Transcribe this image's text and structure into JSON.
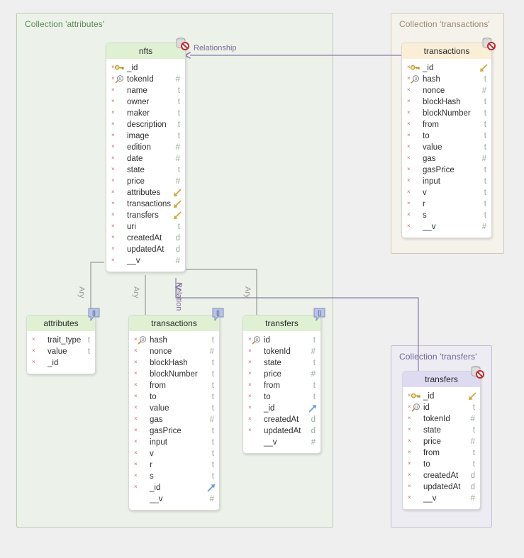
{
  "diagram": {
    "title": "MongoDB collections ER diagram",
    "colors": {
      "canvas": "#efefef",
      "group_green_border": "#b9cdb4",
      "group_green_fill": "#ecf1e9",
      "group_tan_border": "#d4c8b6",
      "group_tan_fill": "#f5f1eb",
      "group_purple_border": "#c3bdd6",
      "group_purple_fill": "#eeecf3",
      "header_green": "#dff0d3",
      "header_tan": "#faeed6",
      "header_purple": "#dedaf0",
      "relation_line": "#8a7aa5",
      "array_line": "#9a9a9a",
      "key_gold": "#d9b441",
      "ref_blue": "#6f9bd1",
      "type_text": "#9aab9a"
    }
  },
  "groups": [
    {
      "id": "g-attributes",
      "label": "Collection 'attributes'"
    },
    {
      "id": "g-transactions",
      "label": "Collection 'transactions'"
    },
    {
      "id": "g-transfers",
      "label": "Collection 'transfers'"
    }
  ],
  "labels": {
    "relationship_top": "Relationship",
    "relationship_mid": "Relation",
    "array_1": "Ary",
    "array_2": "Ary",
    "array_3": "Ary"
  },
  "tables": {
    "nfts": {
      "name": "nfts",
      "badge": "db-disabled-icon",
      "fields": [
        {
          "name": "_id",
          "type": "",
          "icon": "key-icon",
          "nullable": true
        },
        {
          "name": "tokenId",
          "type": "#",
          "icon": "index-icon",
          "nullable": true
        },
        {
          "name": "name",
          "type": "t",
          "icon": "",
          "nullable": true
        },
        {
          "name": "owner",
          "type": "t",
          "icon": "",
          "nullable": true
        },
        {
          "name": "maker",
          "type": "t",
          "icon": "",
          "nullable": true
        },
        {
          "name": "description",
          "type": "t",
          "icon": "",
          "nullable": true
        },
        {
          "name": "image",
          "type": "t",
          "icon": "",
          "nullable": true
        },
        {
          "name": "edition",
          "type": "#",
          "icon": "",
          "nullable": true
        },
        {
          "name": "date",
          "type": "#",
          "icon": "",
          "nullable": true
        },
        {
          "name": "state",
          "type": "t",
          "icon": "",
          "nullable": true
        },
        {
          "name": "price",
          "type": "#",
          "icon": "",
          "nullable": true
        },
        {
          "name": "attributes",
          "type": "",
          "icon": "",
          "nullable": true,
          "rel": "down-left"
        },
        {
          "name": "transactions",
          "type": "",
          "icon": "",
          "nullable": true,
          "rel": "down-left"
        },
        {
          "name": "transfers",
          "type": "",
          "icon": "",
          "nullable": true,
          "rel": "down-left"
        },
        {
          "name": "uri",
          "type": "t",
          "icon": "",
          "nullable": true
        },
        {
          "name": "createdAt",
          "type": "d",
          "icon": "",
          "nullable": true
        },
        {
          "name": "updatedAt",
          "type": "d",
          "icon": "",
          "nullable": true
        },
        {
          "name": "__v",
          "type": "#",
          "icon": "",
          "nullable": true
        }
      ]
    },
    "transactions_col": {
      "name": "transactions",
      "badge": "db-disabled-icon",
      "fields": [
        {
          "name": "_id",
          "type": "",
          "icon": "key-icon",
          "nullable": true,
          "rel": "down-left"
        },
        {
          "name": "hash",
          "type": "t",
          "icon": "index-icon",
          "nullable": true
        },
        {
          "name": "nonce",
          "type": "#",
          "icon": "",
          "nullable": true
        },
        {
          "name": "blockHash",
          "type": "t",
          "icon": "",
          "nullable": true
        },
        {
          "name": "blockNumber",
          "type": "t",
          "icon": "",
          "nullable": true
        },
        {
          "name": "from",
          "type": "t",
          "icon": "",
          "nullable": true
        },
        {
          "name": "to",
          "type": "t",
          "icon": "",
          "nullable": true
        },
        {
          "name": "value",
          "type": "t",
          "icon": "",
          "nullable": true
        },
        {
          "name": "gas",
          "type": "#",
          "icon": "",
          "nullable": true
        },
        {
          "name": "gasPrice",
          "type": "t",
          "icon": "",
          "nullable": true
        },
        {
          "name": "input",
          "type": "t",
          "icon": "",
          "nullable": true
        },
        {
          "name": "v",
          "type": "t",
          "icon": "",
          "nullable": true
        },
        {
          "name": "r",
          "type": "t",
          "icon": "",
          "nullable": true
        },
        {
          "name": "s",
          "type": "t",
          "icon": "",
          "nullable": true
        },
        {
          "name": "__v",
          "type": "#",
          "icon": "",
          "nullable": true
        }
      ]
    },
    "transfers_col": {
      "name": "transfers",
      "badge": "db-disabled-icon",
      "fields": [
        {
          "name": "_id",
          "type": "",
          "icon": "key-icon",
          "nullable": true,
          "rel": "down-left"
        },
        {
          "name": "id",
          "type": "t",
          "icon": "index-icon",
          "nullable": true
        },
        {
          "name": "tokenId",
          "type": "#",
          "icon": "",
          "nullable": true
        },
        {
          "name": "state",
          "type": "t",
          "icon": "",
          "nullable": true
        },
        {
          "name": "price",
          "type": "#",
          "icon": "",
          "nullable": true
        },
        {
          "name": "from",
          "type": "t",
          "icon": "",
          "nullable": true
        },
        {
          "name": "to",
          "type": "t",
          "icon": "",
          "nullable": true
        },
        {
          "name": "createdAt",
          "type": "d",
          "icon": "",
          "nullable": true
        },
        {
          "name": "updatedAt",
          "type": "d",
          "icon": "",
          "nullable": true
        },
        {
          "name": "__v",
          "type": "#",
          "icon": "",
          "nullable": true
        }
      ]
    },
    "attributes_emb": {
      "name": "attributes",
      "badge": "array-icon",
      "fields": [
        {
          "name": "trait_type",
          "type": "t",
          "icon": "",
          "nullable": true
        },
        {
          "name": "value",
          "type": "t",
          "icon": "",
          "nullable": true
        },
        {
          "name": "_id",
          "type": "",
          "icon": "",
          "nullable": true
        }
      ]
    },
    "transactions_emb": {
      "name": "transactions",
      "badge": "array-icon",
      "fields": [
        {
          "name": "hash",
          "type": "t",
          "icon": "index-icon",
          "nullable": true
        },
        {
          "name": "nonce",
          "type": "#",
          "icon": "",
          "nullable": true
        },
        {
          "name": "blockHash",
          "type": "t",
          "icon": "",
          "nullable": true
        },
        {
          "name": "blockNumber",
          "type": "t",
          "icon": "",
          "nullable": true
        },
        {
          "name": "from",
          "type": "t",
          "icon": "",
          "nullable": true
        },
        {
          "name": "to",
          "type": "t",
          "icon": "",
          "nullable": true
        },
        {
          "name": "value",
          "type": "t",
          "icon": "",
          "nullable": true
        },
        {
          "name": "gas",
          "type": "#",
          "icon": "",
          "nullable": true
        },
        {
          "name": "gasPrice",
          "type": "t",
          "icon": "",
          "nullable": true
        },
        {
          "name": "input",
          "type": "t",
          "icon": "",
          "nullable": true
        },
        {
          "name": "v",
          "type": "t",
          "icon": "",
          "nullable": true
        },
        {
          "name": "r",
          "type": "t",
          "icon": "",
          "nullable": true
        },
        {
          "name": "s",
          "type": "t",
          "icon": "",
          "nullable": true
        },
        {
          "name": "_id",
          "type": "",
          "icon": "",
          "nullable": true,
          "rel": "up-right"
        },
        {
          "name": "__v",
          "type": "#",
          "icon": "",
          "nullable": false
        }
      ]
    },
    "transfers_emb": {
      "name": "transfers",
      "badge": "array-icon",
      "fields": [
        {
          "name": "id",
          "type": "t",
          "icon": "index-icon",
          "nullable": true
        },
        {
          "name": "tokenId",
          "type": "#",
          "icon": "",
          "nullable": true
        },
        {
          "name": "state",
          "type": "t",
          "icon": "",
          "nullable": true
        },
        {
          "name": "price",
          "type": "#",
          "icon": "",
          "nullable": true
        },
        {
          "name": "from",
          "type": "t",
          "icon": "",
          "nullable": true
        },
        {
          "name": "to",
          "type": "t",
          "icon": "",
          "nullable": true
        },
        {
          "name": "_id",
          "type": "",
          "icon": "",
          "nullable": true,
          "rel": "up-right"
        },
        {
          "name": "createdAt",
          "type": "d",
          "icon": "",
          "nullable": true
        },
        {
          "name": "updatedAt",
          "type": "d",
          "icon": "",
          "nullable": true
        },
        {
          "name": "__v",
          "type": "#",
          "icon": "",
          "nullable": false
        }
      ]
    }
  }
}
